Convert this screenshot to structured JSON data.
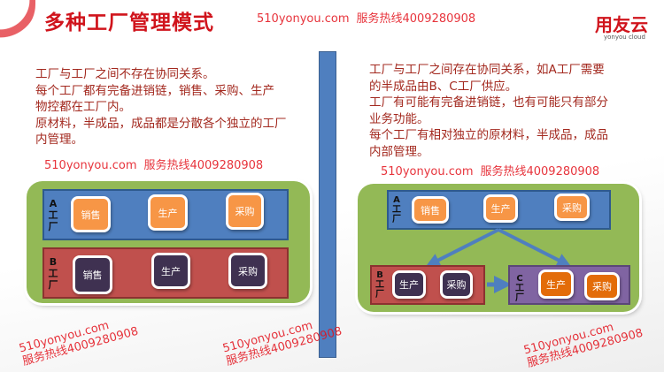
{
  "title": "多种工厂管理模式",
  "logo": {
    "name": "用友云",
    "sub": "yonyou cloud"
  },
  "left_text": [
    "工厂与工厂之间不存在协同关系。",
    "每个工厂都有完备进销链，销售、采购、生产",
    "物控都在工厂内。",
    "原材料，半成品，成品都是分散各个独立的工厂",
    "内管理。"
  ],
  "right_text": [
    "工厂与工厂之间存在协同关系，如A工厂需要",
    "的半成品由B、C工厂供应。",
    "工厂有可能有完备进销链，也有可能只有部分",
    "业务功能。",
    "每个工厂有相对独立的原材料，半成品，成品",
    "内部管理。"
  ],
  "left_diagram": {
    "a_label": "A工厂",
    "b_label": "B工厂",
    "a_items": [
      "销售",
      "生产",
      "采购"
    ],
    "b_items": [
      "销售",
      "生产",
      "采购"
    ]
  },
  "right_diagram": {
    "a_label": "A工厂",
    "b_label": "B工厂",
    "c_label": "C工厂",
    "a_items": [
      "销售",
      "生产",
      "采购"
    ],
    "b_items": [
      "生产",
      "采购"
    ],
    "c_items": [
      "生产",
      "采购"
    ]
  },
  "watermark": {
    "line1": "510yonyou.com",
    "line2": "服务热线4009280908"
  },
  "colors": {
    "title": "#d0141c",
    "text": "#a3291f",
    "green": "#93b956",
    "blue": "#4f7fbf",
    "red": "#c0504d",
    "purple": "#8064a2"
  }
}
